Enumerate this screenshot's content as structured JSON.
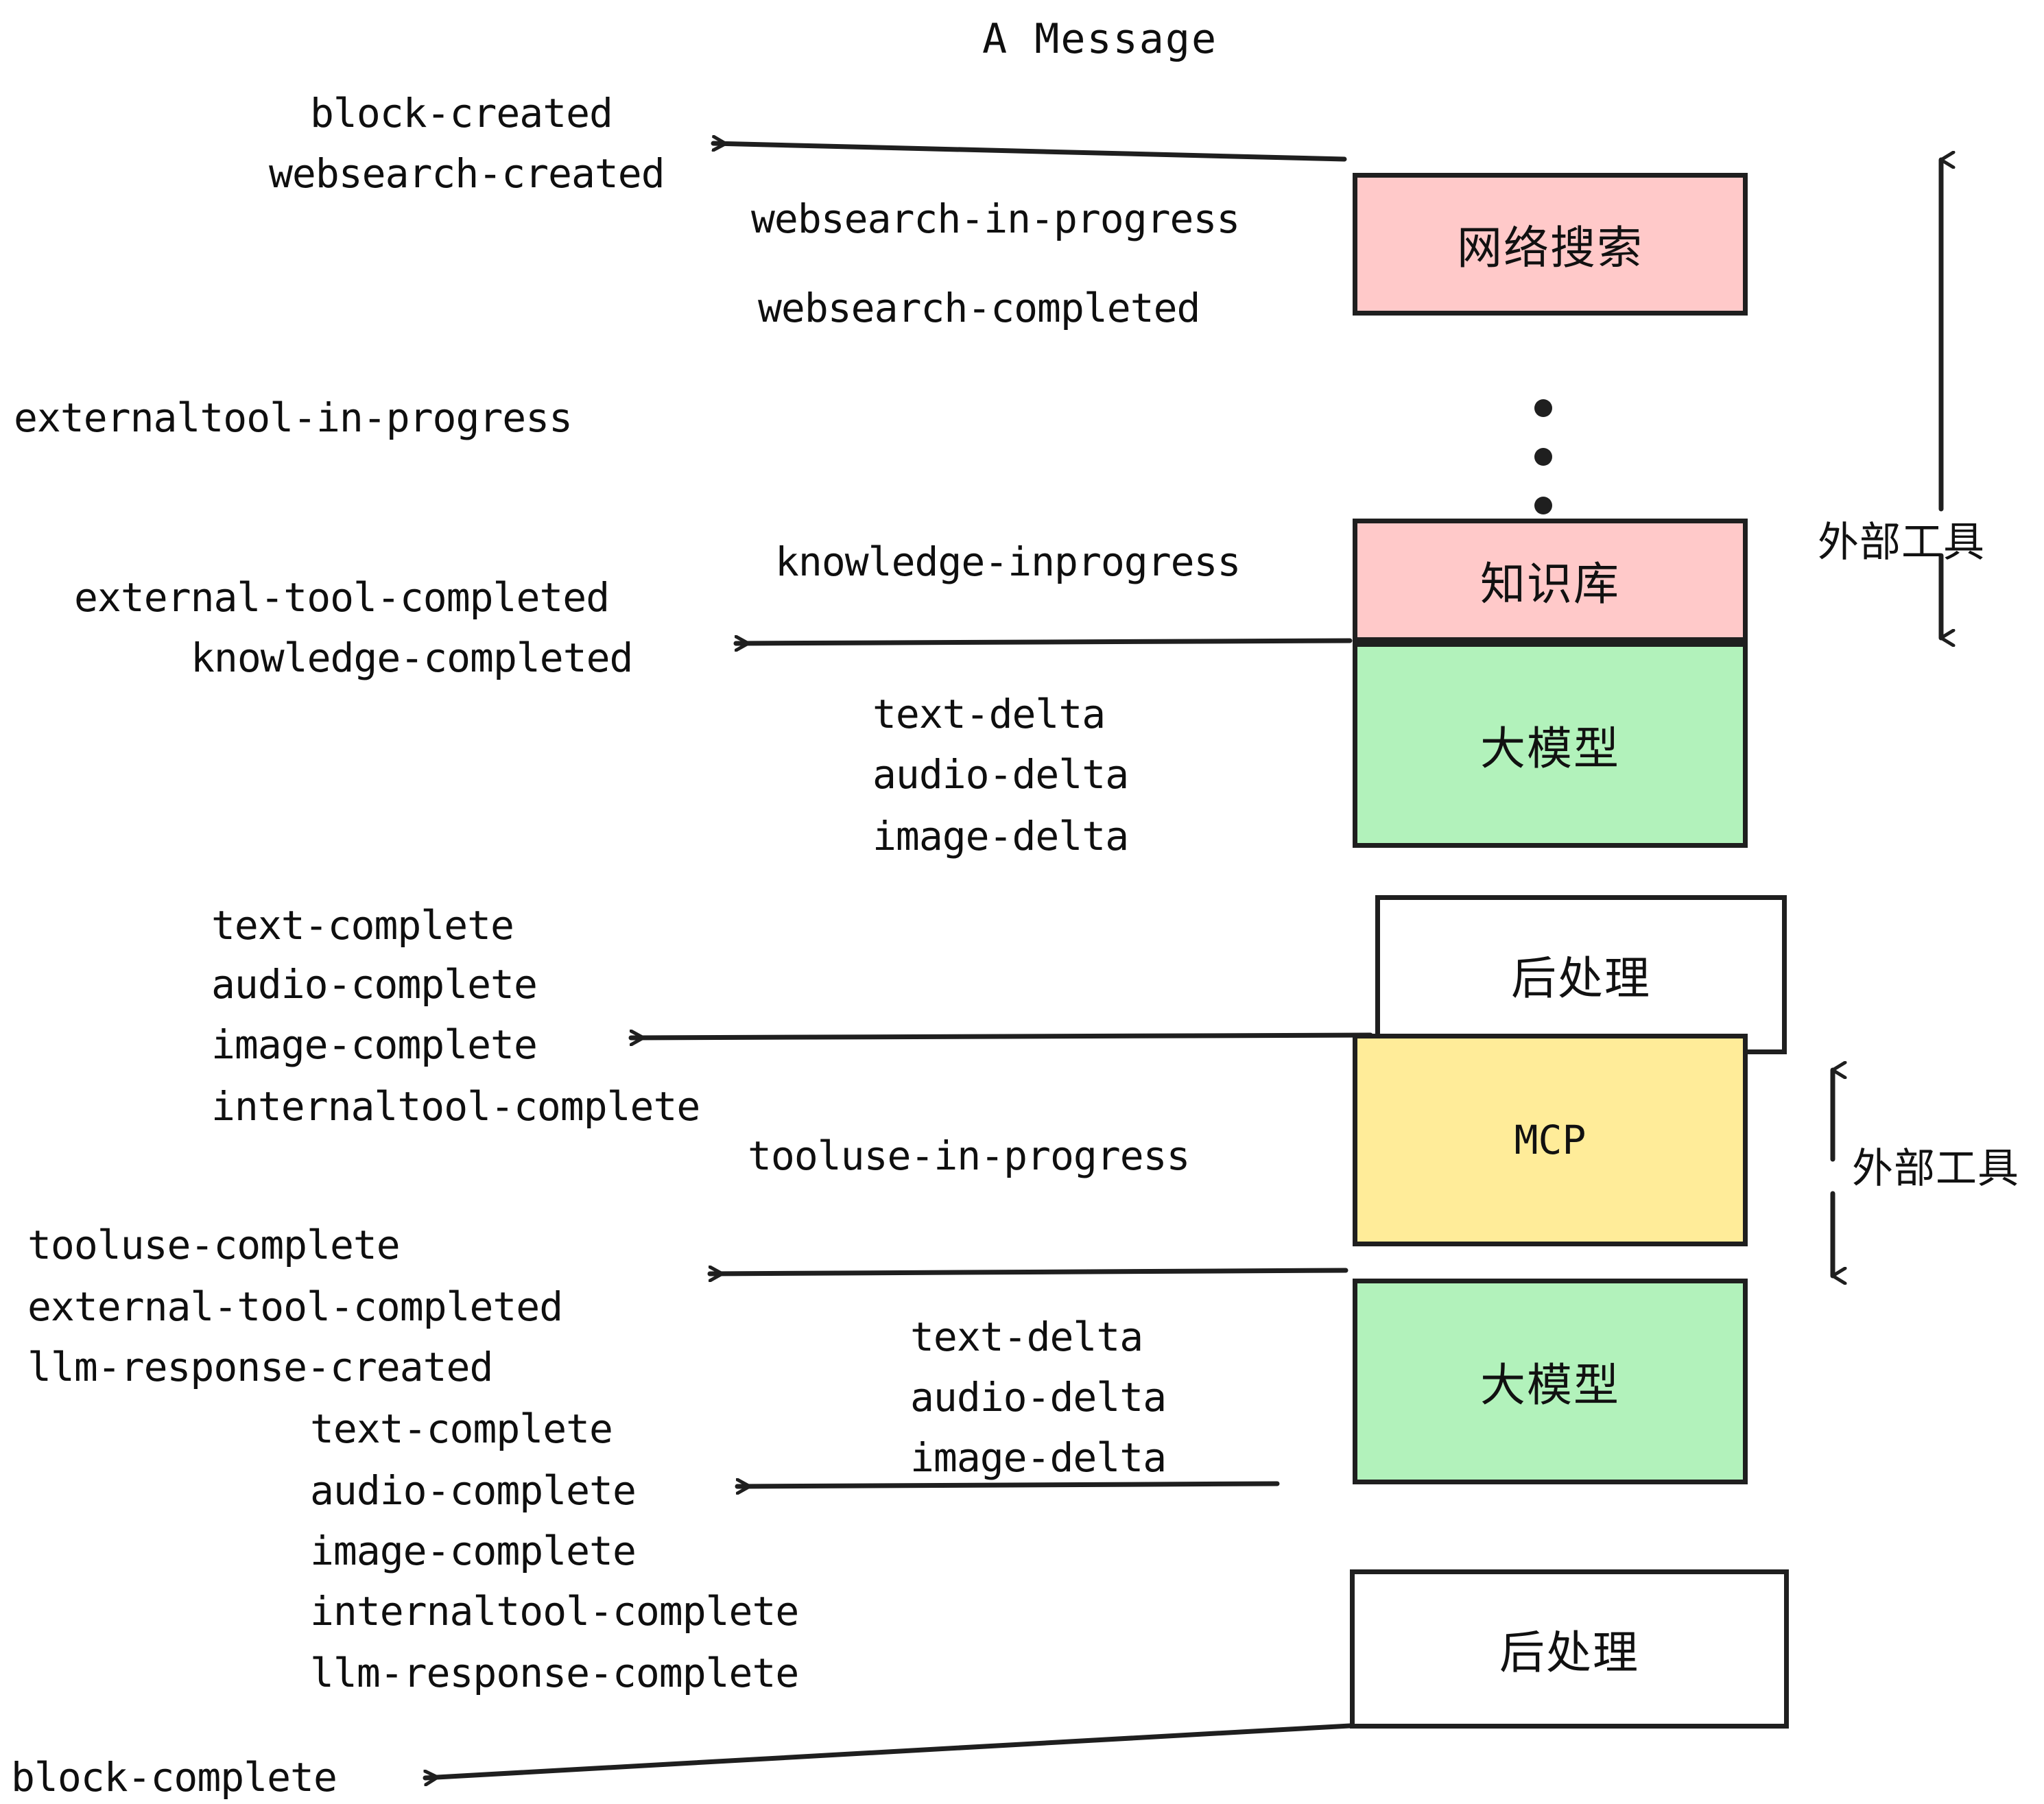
{
  "title": "A Message",
  "colors": {
    "pink": "#FFC9C9",
    "green": "#B2F2BB",
    "yellow": "#FFEC99",
    "white": "#FFFFFF",
    "stroke": "#1F1F1F",
    "text": "#0F0F0F"
  },
  "nodes": [
    {
      "id": "websearch",
      "label": "网络搜索",
      "fill": "#FFC9C9"
    },
    {
      "id": "knowledge",
      "label": "知识库",
      "fill": "#FFC9C9"
    },
    {
      "id": "llm-1",
      "label": "大模型",
      "fill": "#B2F2BB"
    },
    {
      "id": "postprocess-1",
      "label": "后处理",
      "fill": "#FFFFFF"
    },
    {
      "id": "mcp",
      "label": "MCP",
      "fill": "#FFEC99"
    },
    {
      "id": "llm-2",
      "label": "大模型",
      "fill": "#B2F2BB"
    },
    {
      "id": "postprocess-2",
      "label": "后处理",
      "fill": "#FFFFFF"
    }
  ],
  "side_labels": [
    {
      "id": "external-tools-top",
      "label": "外部工具"
    },
    {
      "id": "external-tools-bottom",
      "label": "外部工具"
    }
  ],
  "events": [
    {
      "id": "block-created",
      "text": "block-created"
    },
    {
      "id": "websearch-created",
      "text": "websearch-created"
    },
    {
      "id": "websearch-in-progress",
      "text": "websearch-in-progress"
    },
    {
      "id": "websearch-completed",
      "text": "websearch-completed"
    },
    {
      "id": "externaltool-in-progress",
      "text": "externaltool-in-progress"
    },
    {
      "id": "knowledge-inprogress",
      "text": "knowledge-inprogress"
    },
    {
      "id": "external-tool-completed-1",
      "text": "external-tool-completed"
    },
    {
      "id": "knowledge-completed",
      "text": "knowledge-completed"
    },
    {
      "id": "text-delta-1",
      "text": "text-delta"
    },
    {
      "id": "audio-delta-1",
      "text": "audio-delta"
    },
    {
      "id": "image-delta-1",
      "text": "image-delta"
    },
    {
      "id": "text-complete-1",
      "text": "text-complete"
    },
    {
      "id": "audio-complete-1",
      "text": "audio-complete"
    },
    {
      "id": "image-complete-1",
      "text": "image-complete"
    },
    {
      "id": "internaltool-complete-1",
      "text": "internaltool-complete"
    },
    {
      "id": "tooluse-in-progress",
      "text": "tooluse-in-progress"
    },
    {
      "id": "tooluse-complete",
      "text": "tooluse-complete"
    },
    {
      "id": "external-tool-completed-2",
      "text": "external-tool-completed"
    },
    {
      "id": "llm-response-created",
      "text": "llm-response-created"
    },
    {
      "id": "text-delta-2",
      "text": "text-delta"
    },
    {
      "id": "audio-delta-2",
      "text": "audio-delta"
    },
    {
      "id": "image-delta-2",
      "text": "image-delta"
    },
    {
      "id": "text-complete-2",
      "text": "text-complete"
    },
    {
      "id": "audio-complete-2",
      "text": "audio-complete"
    },
    {
      "id": "image-complete-2",
      "text": "image-complete"
    },
    {
      "id": "internaltool-complete-2",
      "text": "internaltool-complete"
    },
    {
      "id": "llm-response-complete",
      "text": "llm-response-complete"
    },
    {
      "id": "block-complete",
      "text": "block-complete"
    }
  ]
}
